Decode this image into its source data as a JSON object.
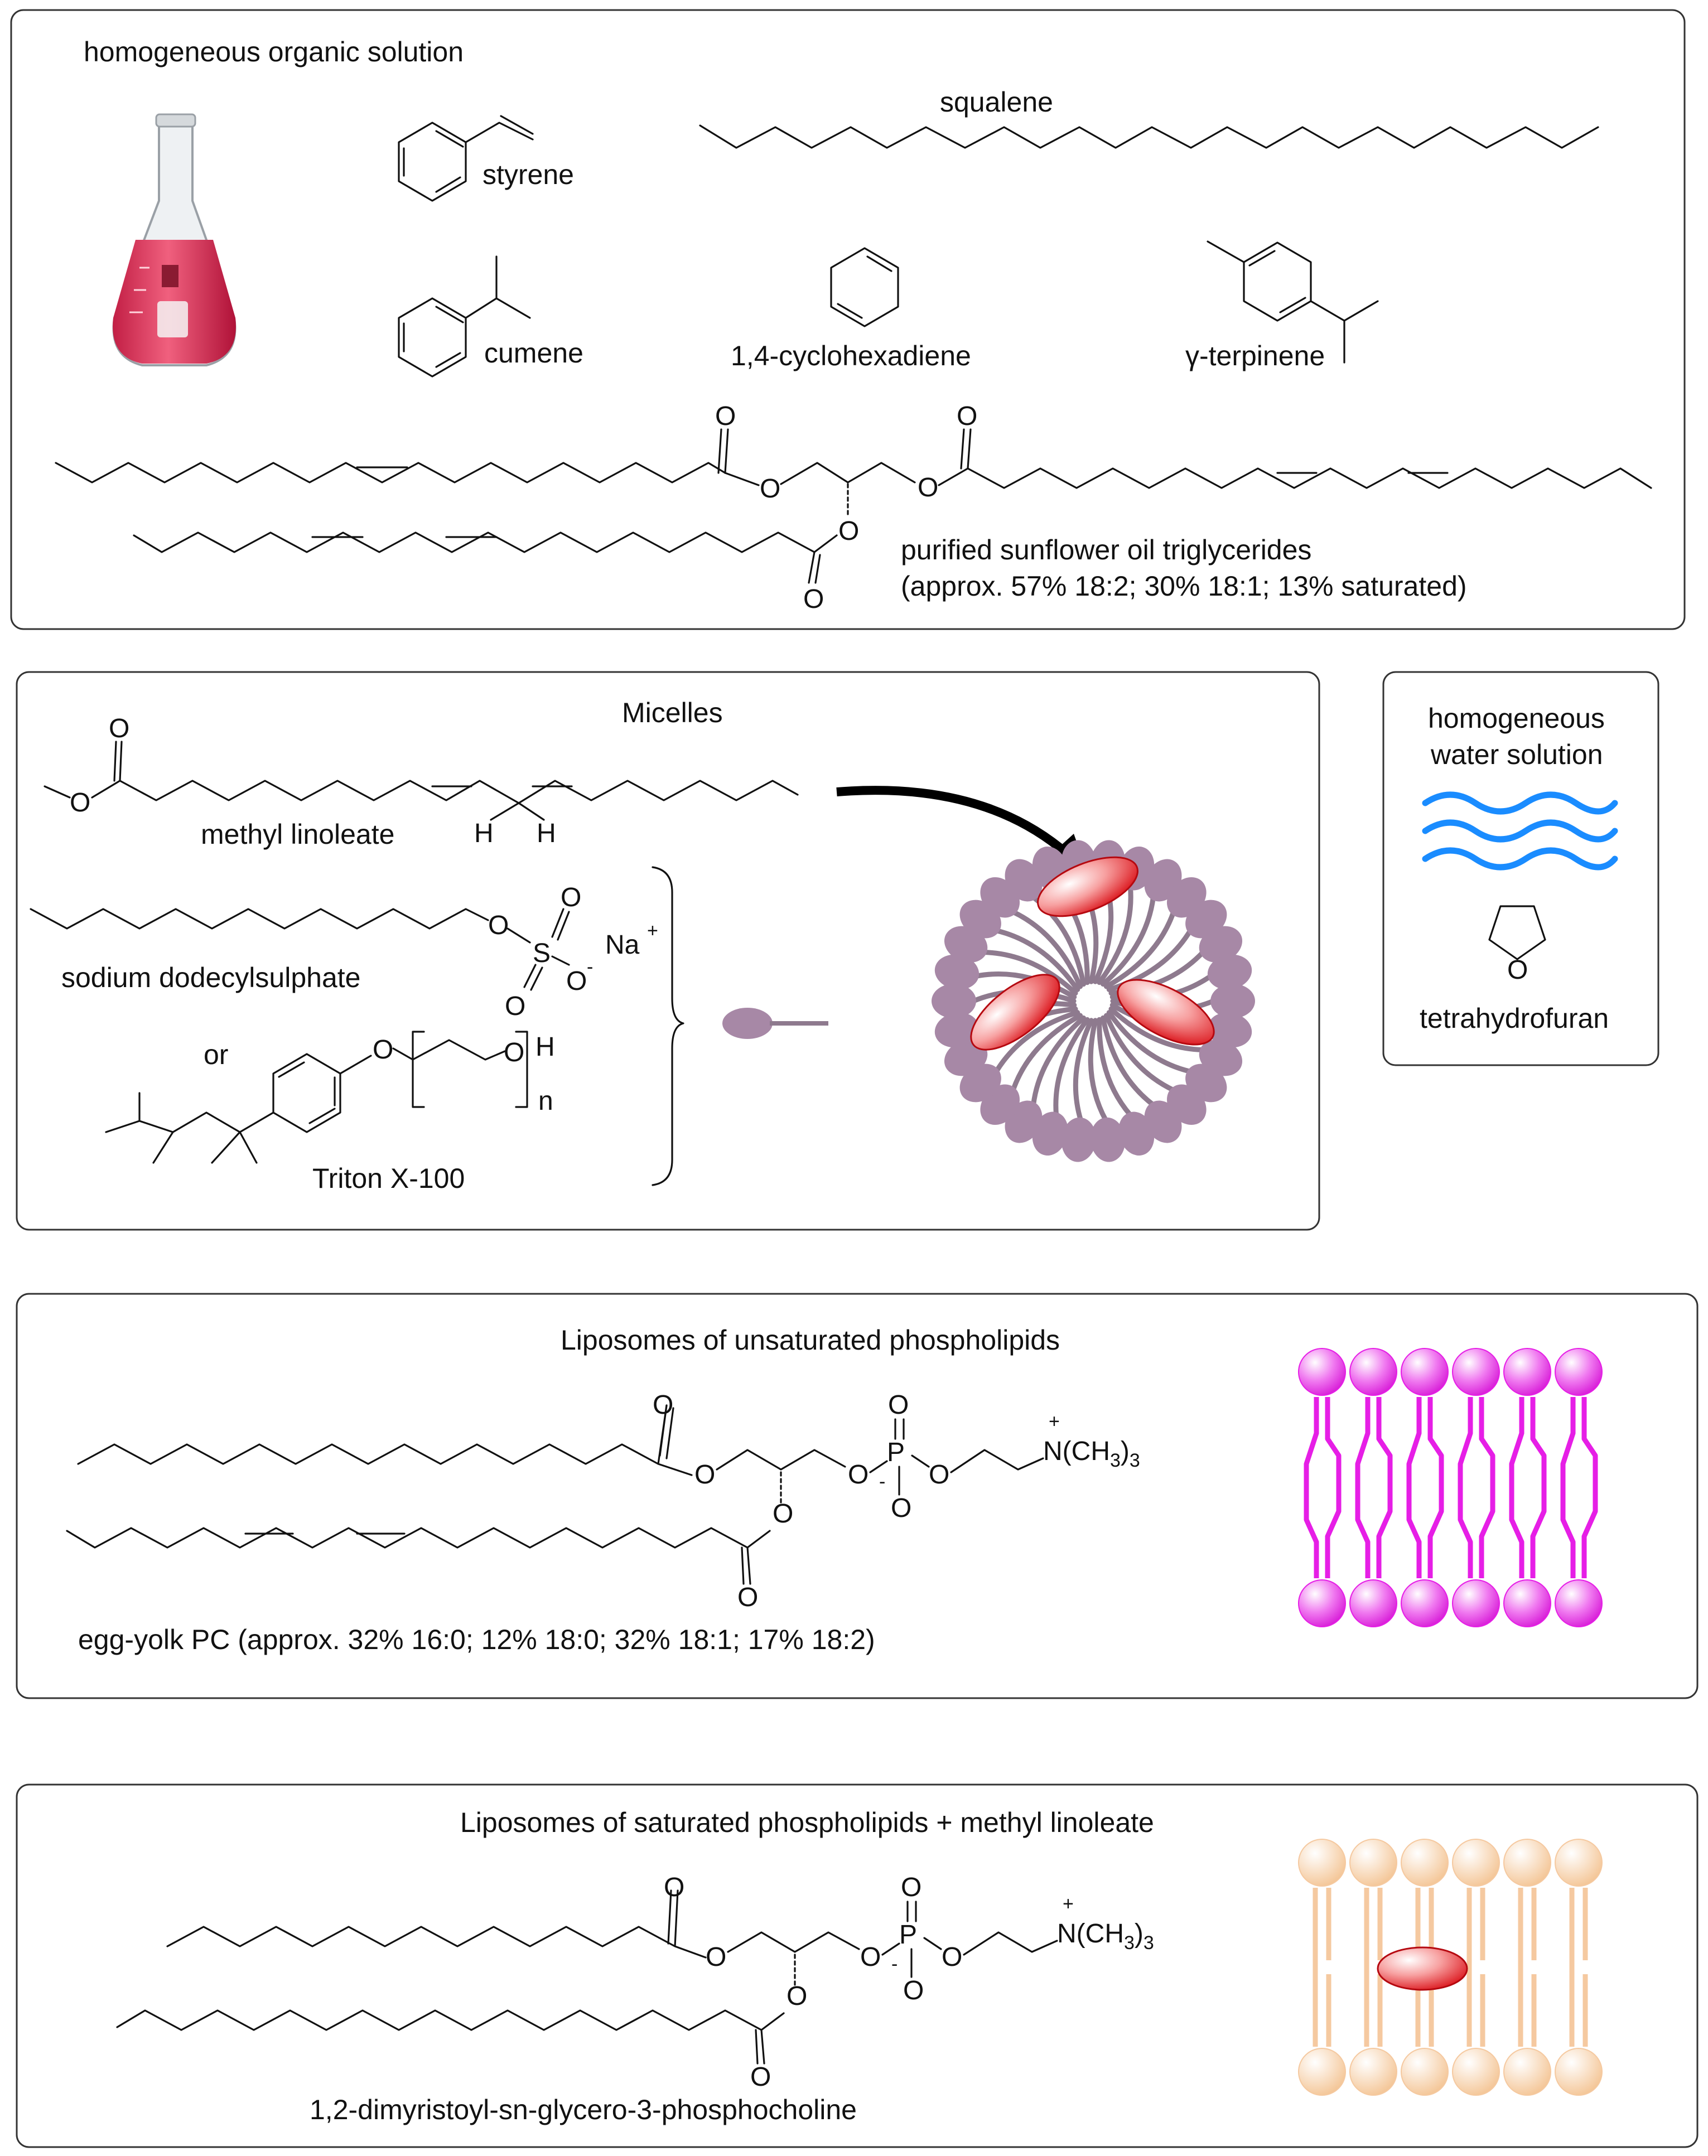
{
  "panels": {
    "organic": {
      "title": "homogeneous organic solution",
      "styrene": "styrene",
      "squalene": "squalene",
      "cumene": "cumene",
      "cyclohexadiene": "1,4-cyclohexadiene",
      "terpinene": "γ-terpinene",
      "sunflower_line1": "purified sunflower oil triglycerides",
      "sunflower_line2": "(approx. 57% 18:2; 30% 18:1; 13% saturated)"
    },
    "micelles": {
      "title": "Micelles",
      "methyl_linoleate": "methyl linoleate",
      "sds": "sodium dodecylsulphate",
      "or": "or",
      "triton": "Triton X-100"
    },
    "water": {
      "title_line1": "homogeneous",
      "title_line2": "water solution",
      "thf": "tetrahydrofuran"
    },
    "liposomes_unsat": {
      "title": "Liposomes of unsaturated phospholipids",
      "caption": "egg-yolk PC (approx. 32% 16:0; 12% 18:0; 32% 18:1; 17% 18:2)"
    },
    "liposomes_sat": {
      "title": "Liposomes of saturated phospholipids + methyl linoleate",
      "caption": "1,2-dimyristoyl-sn-glycero-3-phosphocholine"
    }
  },
  "atoms": {
    "O": "O",
    "H": "H",
    "S": "S",
    "P": "P",
    "Na": "Na",
    "plus": "+",
    "minus": "-",
    "n": "n",
    "NMe3": "N(CH",
    "sub3": "3",
    "close": ")"
  },
  "colors": {
    "panel_border": "#333333",
    "micelle_head": "#a788a6",
    "substrate_red": "#e8141c",
    "bilayer_magenta": "#e61ee6",
    "bilayer_peach": "#f5c9a0",
    "water_blue": "#1a8cff",
    "flask_liquid": "#e03a5a"
  }
}
